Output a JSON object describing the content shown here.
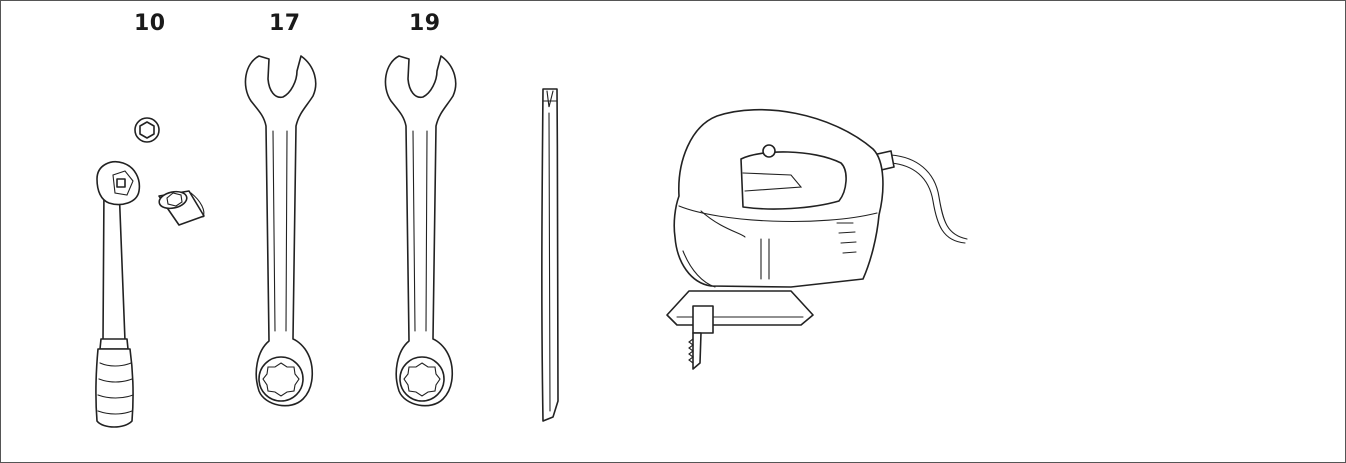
{
  "illustration": {
    "labels": {
      "socket_wrench_size": "10",
      "wrench_a_size": "17",
      "wrench_b_size": "19"
    }
  }
}
